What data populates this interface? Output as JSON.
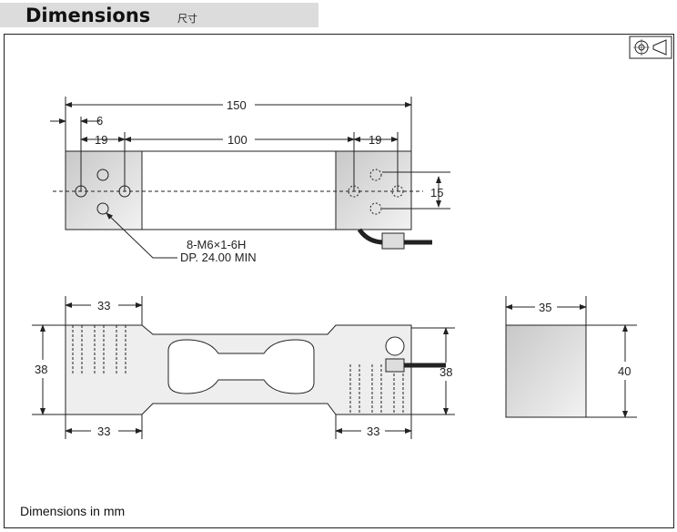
{
  "header": {
    "title": "Dimensions",
    "subtitle": "尺寸"
  },
  "top_view": {
    "overall_length": "150",
    "hole_offset": "6",
    "hole_spacing_left": "19",
    "center_span": "100",
    "hole_spacing_right": "19",
    "hole_vertical_spacing": "15",
    "thread_spec": "8-M6×1-6H",
    "thread_depth": "DP. 24.00 MIN"
  },
  "side_view": {
    "block_length_top": "33",
    "block_length_bottom_left": "33",
    "block_length_bottom_right": "33",
    "height_left": "38",
    "height_right": "38"
  },
  "end_view": {
    "width": "35",
    "height": "40"
  },
  "footer": {
    "note": "Dimensions in mm"
  },
  "icons": {
    "projection": "first-angle-projection-icon"
  }
}
